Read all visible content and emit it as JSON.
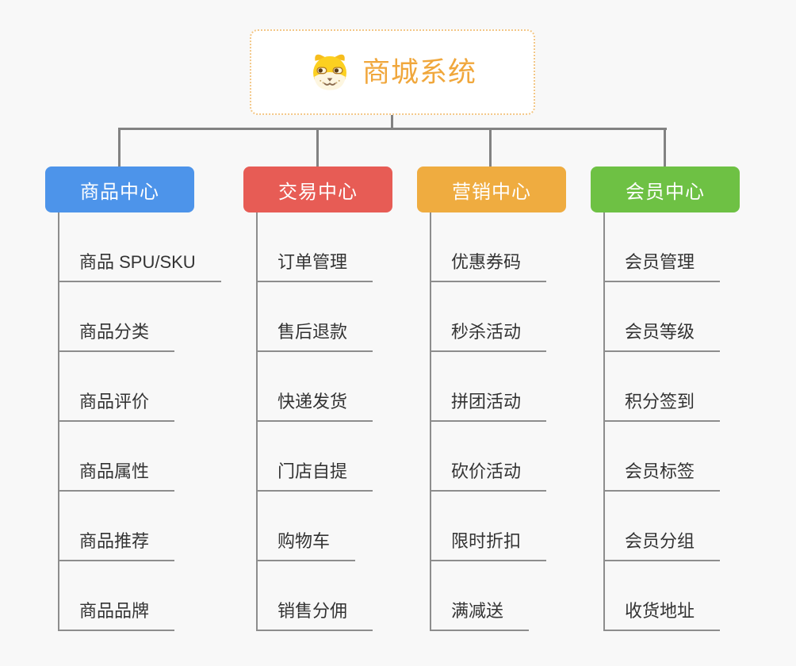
{
  "canvas": {
    "background": "#F8F8F8",
    "connector_color": "#828282",
    "child_line_color": "#8D8D8D",
    "child_text_color": "#333333"
  },
  "root": {
    "title": "商城系统",
    "icon": "shiba-dog-face",
    "text_color": "#F0A73C",
    "border_color": "#F3C787",
    "background": "#FFFFFF"
  },
  "branches": [
    {
      "label": "商品中心",
      "color": "#4D94EA",
      "children": [
        "商品 SPU/SKU",
        "商品分类",
        "商品评价",
        "商品属性",
        "商品推荐",
        "商品品牌"
      ]
    },
    {
      "label": "交易中心",
      "color": "#E75C55",
      "children": [
        "订单管理",
        "售后退款",
        "快递发货",
        "门店自提",
        "购物车",
        "销售分佣"
      ]
    },
    {
      "label": "营销中心",
      "color": "#EFAC40",
      "children": [
        "优惠券码",
        "秒杀活动",
        "拼团活动",
        "砍价活动",
        "限时折扣",
        "满减送"
      ]
    },
    {
      "label": "会员中心",
      "color": "#6EC144",
      "children": [
        "会员管理",
        "会员等级",
        "积分签到",
        "会员标签",
        "会员分组",
        "收货地址"
      ]
    }
  ]
}
